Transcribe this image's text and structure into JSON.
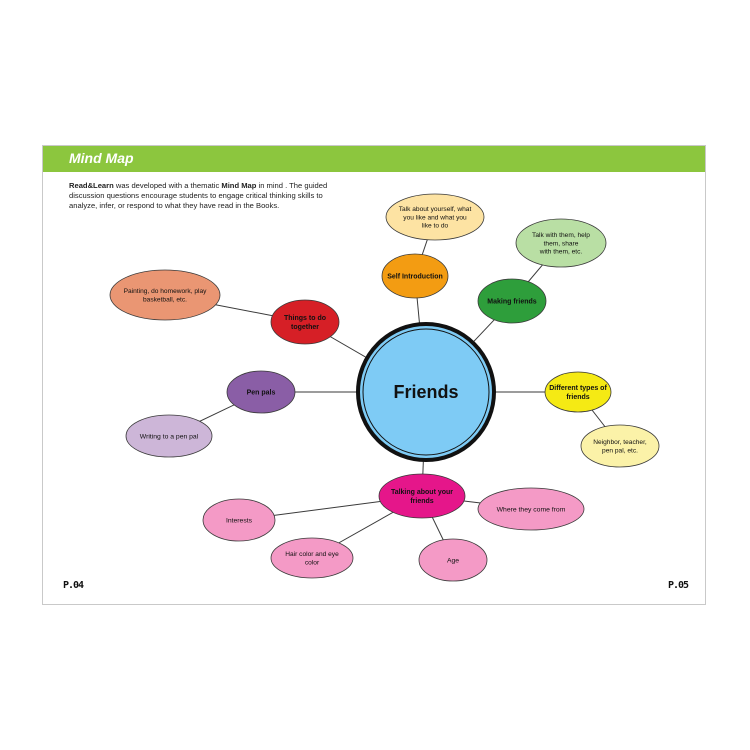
{
  "header": {
    "title": "Mind Map"
  },
  "intro": {
    "brand": "Read&Learn",
    "text1": " was developed with a thematic ",
    "bold": "Mind Map",
    "text2": " in mind . The guided discussion questions encourage students to engage critical thinking skills to analyze, infer, or respond to what they have read in the Books."
  },
  "page_numbers": {
    "left": "P.04",
    "right": "P.05"
  },
  "center": {
    "label": "Friends",
    "color": "#7ecbf5"
  },
  "nodes": [
    {
      "id": "self-intro",
      "label": [
        "Self Introduction"
      ],
      "color": "#f39c12",
      "bold": true
    },
    {
      "id": "making-friends",
      "label": [
        "Making friends"
      ],
      "color": "#2e9e3b",
      "bold": true
    },
    {
      "id": "different-types",
      "label": [
        "Different types of",
        "friends"
      ],
      "color": "#f5ea14",
      "bold": true
    },
    {
      "id": "talking-about",
      "label": [
        "Talking about your",
        "friends"
      ],
      "color": "#e5168a",
      "bold": true
    },
    {
      "id": "pen-pals",
      "label": [
        "Pen pals"
      ],
      "color": "#8a5ea6",
      "bold": true
    },
    {
      "id": "things-to-do",
      "label": [
        "Things to do",
        "together"
      ],
      "color": "#d61f26",
      "bold": true
    },
    {
      "id": "talk-yourself",
      "label": [
        "Talk about yourself, what",
        "you like and what you",
        "like to do"
      ],
      "color": "#fde3a3",
      "bold": false
    },
    {
      "id": "talk-with-them",
      "label": [
        "Talk with them, help",
        "them, share",
        "with them, etc."
      ],
      "color": "#b9dfa4",
      "bold": false
    },
    {
      "id": "neighbor",
      "label": [
        "Neighbor, teacher,",
        "pen pal, etc."
      ],
      "color": "#fbf2a8",
      "bold": false
    },
    {
      "id": "where-from",
      "label": [
        "Where they come from"
      ],
      "color": "#f49ac6",
      "bold": false
    },
    {
      "id": "age",
      "label": [
        "Age"
      ],
      "color": "#f49ac6",
      "bold": false
    },
    {
      "id": "hair-color",
      "label": [
        "Hair color and eye",
        "color"
      ],
      "color": "#f49ac6",
      "bold": false
    },
    {
      "id": "interests",
      "label": [
        "Interests"
      ],
      "color": "#f49ac6",
      "bold": false
    },
    {
      "id": "writing-pen-pal",
      "label": [
        "Writing to a pen pal"
      ],
      "color": "#cdb6d8",
      "bold": false
    },
    {
      "id": "painting",
      "label": [
        "Painting, do homework, play",
        "basketball, etc."
      ],
      "color": "#ea9673",
      "bold": false
    }
  ],
  "edges": [
    [
      "center",
      "self-intro"
    ],
    [
      "center",
      "making-friends"
    ],
    [
      "center",
      "different-types"
    ],
    [
      "center",
      "talking-about"
    ],
    [
      "center",
      "pen-pals"
    ],
    [
      "center",
      "things-to-do"
    ],
    [
      "self-intro",
      "talk-yourself"
    ],
    [
      "making-friends",
      "talk-with-them"
    ],
    [
      "different-types",
      "neighbor"
    ],
    [
      "talking-about",
      "where-from"
    ],
    [
      "talking-about",
      "age"
    ],
    [
      "talking-about",
      "hair-color"
    ],
    [
      "talking-about",
      "interests"
    ],
    [
      "pen-pals",
      "writing-pen-pal"
    ],
    [
      "things-to-do",
      "painting"
    ]
  ]
}
